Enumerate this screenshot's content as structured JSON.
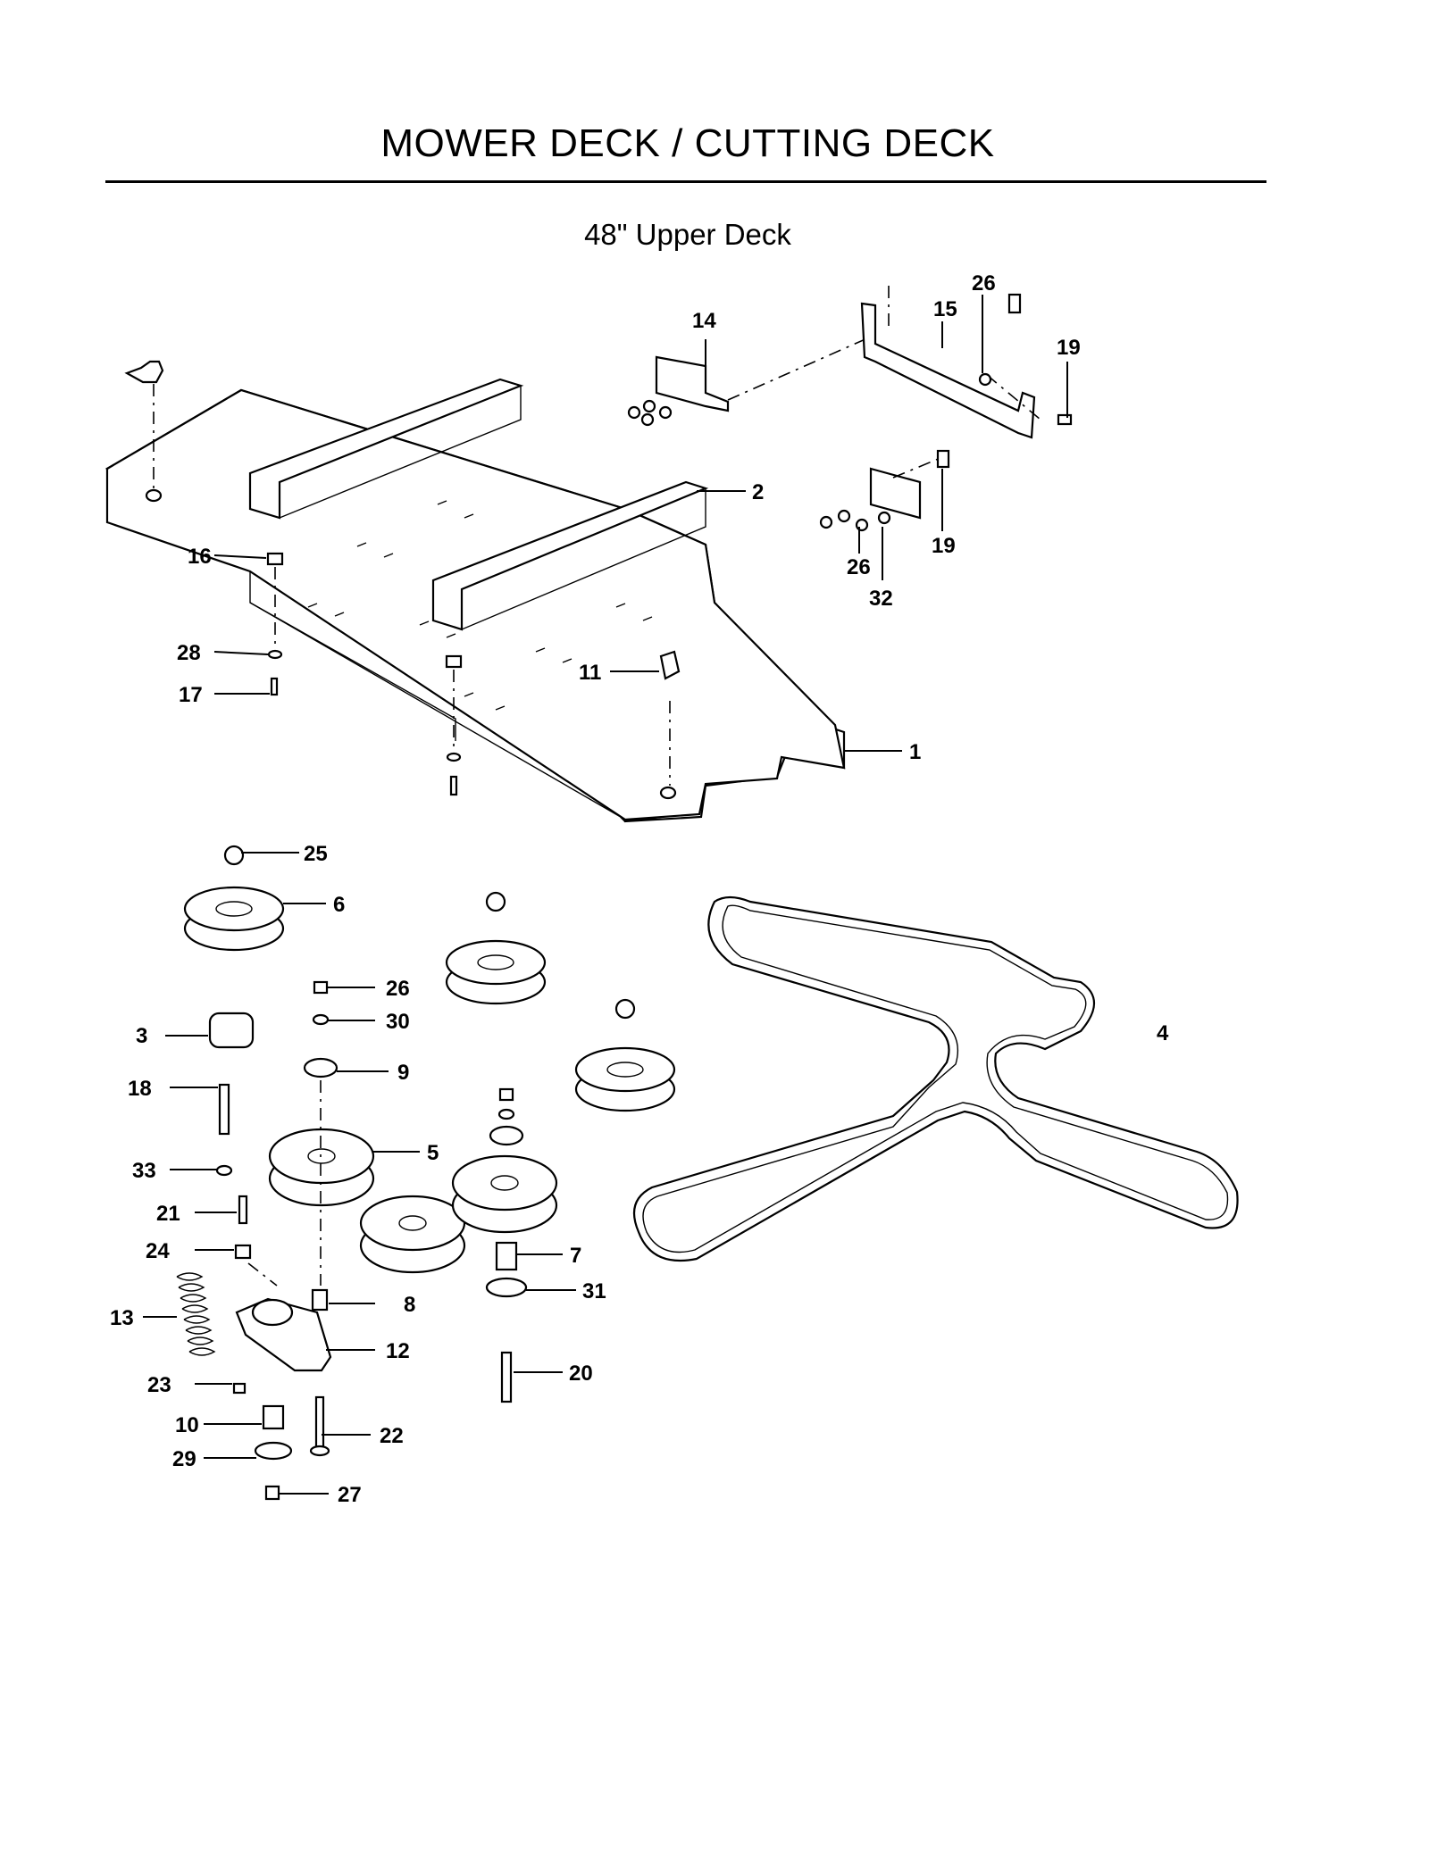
{
  "page": {
    "title": "MOWER DECK / CUTTING DECK",
    "subtitle": "48\" Upper Deck"
  },
  "callouts": [
    "1",
    "2",
    "3",
    "4",
    "5",
    "6",
    "7",
    "8",
    "9",
    "10",
    "11",
    "12",
    "13",
    "14",
    "15",
    "16",
    "17",
    "18",
    "19",
    "19",
    "20",
    "21",
    "22",
    "23",
    "24",
    "25",
    "26",
    "26",
    "26",
    "27",
    "28",
    "29",
    "30",
    "31",
    "32",
    "33"
  ]
}
